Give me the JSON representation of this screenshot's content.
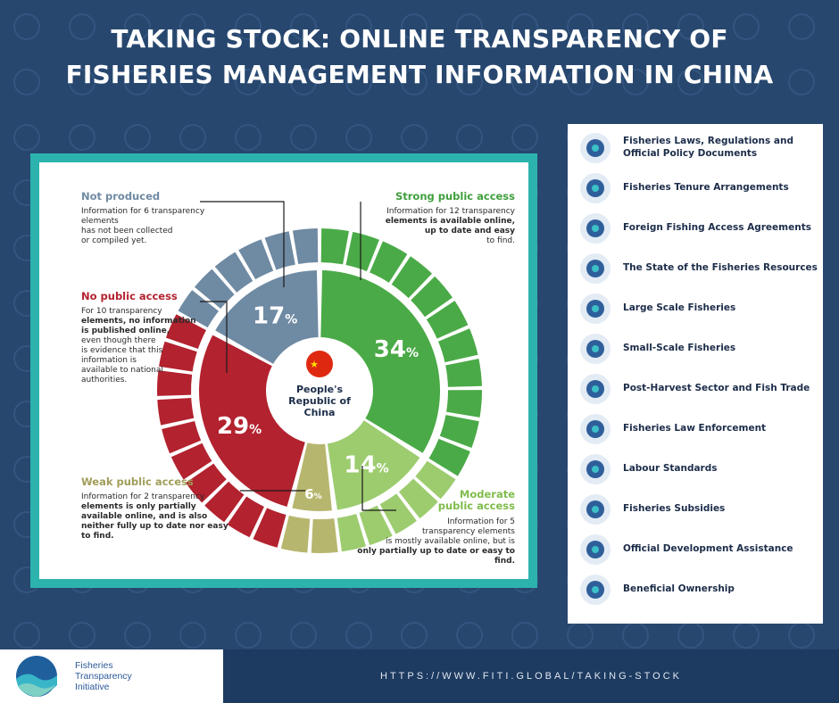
{
  "header": {
    "title_line1": "TAKING STOCK: ONLINE TRANSPARENCY OF",
    "title_line2": "FISHERIES MANAGEMENT INFORMATION IN CHINA"
  },
  "chart_data": {
    "type": "pie",
    "center_label": [
      "People's",
      "Republic of",
      "China"
    ],
    "slices": [
      {
        "label": "Strong public access",
        "value": 34,
        "value_label": "34",
        "elements": 12,
        "color": "#4aaa47",
        "description": [
          "Information for 12 transparency",
          "elements is available online,",
          "up to date and easy",
          "to find."
        ]
      },
      {
        "label": "Moderate public access",
        "value": 14,
        "value_label": "14",
        "elements": 5,
        "color": "#9dcc6f",
        "description": [
          "Information for 5",
          "transparency elements",
          "is mostly available online, but is",
          "only partially up to date or easy to find."
        ]
      },
      {
        "label": "Weak public access",
        "value": 6,
        "value_label": "6",
        "elements": 2,
        "color": "#b7b66e",
        "description": [
          "Information for 2 transparency",
          "elements is only partially",
          "available online, and is also",
          "neither fully up to date nor easy",
          "to find."
        ]
      },
      {
        "label": "No public access",
        "value": 29,
        "value_label": "29",
        "elements": 10,
        "color": "#b3222f",
        "description": [
          "For 10 transparency",
          "elements, no information",
          "is published online,",
          "even though there",
          "is evidence that this",
          "information is",
          "available to national",
          "authorities."
        ]
      },
      {
        "label": "Not produced",
        "value": 17,
        "value_label": "17",
        "elements": 6,
        "color": "#6f8aa3",
        "description": [
          "Information for 6 transparency elements",
          "has not been collected",
          "or compiled yet."
        ]
      }
    ],
    "percent_sign": "%",
    "label_colors": {
      "strong": "#3f9f3c",
      "moderate": "#7fbc4c",
      "weak": "#a09d5a",
      "none": "#b3222f",
      "notproduced": "#6f8aa3"
    }
  },
  "legend": {
    "items": [
      {
        "label": "Fisheries Laws, Regulations and Official Policy Documents",
        "icon": "document-scales-icon"
      },
      {
        "label": "Fisheries Tenure Arrangements",
        "icon": "fish-cycle-icon"
      },
      {
        "label": "Foreign Fishing Access Agreements",
        "icon": "ship-wheel-icon"
      },
      {
        "label": "The State of the Fisheries Resources",
        "icon": "fish-school-icon"
      },
      {
        "label": "Large Scale Fisheries",
        "icon": "trawler-icon"
      },
      {
        "label": "Small-Scale Fisheries",
        "icon": "small-boat-icon"
      },
      {
        "label": "Post-Harvest Sector and Fish Trade",
        "icon": "fish-can-icon"
      },
      {
        "label": "Fisheries Law Enforcement",
        "icon": "officer-icon"
      },
      {
        "label": "Labour Standards",
        "icon": "worker-icon"
      },
      {
        "label": "Fisheries Subsidies",
        "icon": "money-bag-icon"
      },
      {
        "label": "Official Development Assistance",
        "icon": "handshake-icon"
      },
      {
        "label": "Beneficial Ownership",
        "icon": "id-card-icon"
      }
    ]
  },
  "footer": {
    "logo_lines": [
      "Fisheries",
      "Transparency",
      "Initiative"
    ],
    "url": "HTTPS://WWW.FITI.GLOBAL/TAKING-STOCK"
  },
  "colors": {
    "background": "#27476f",
    "frame": "#2cb3ad",
    "footer_bar": "#1d3a60"
  }
}
